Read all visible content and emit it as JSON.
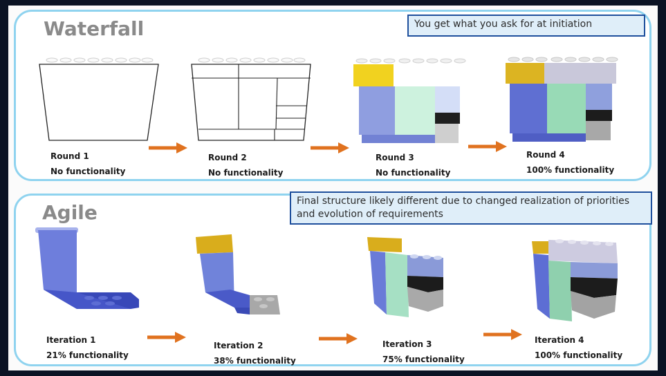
{
  "waterfall": {
    "title": "Waterfall",
    "note": "You get what you ask for at initiation",
    "rounds": [
      {
        "label": "Round  1",
        "status": "No functionality"
      },
      {
        "label": "Round  2",
        "status": "No functionality"
      },
      {
        "label": "Round  3",
        "status": "No functionality"
      },
      {
        "label": "Round  4",
        "status": "100% functionality"
      }
    ]
  },
  "agile": {
    "title": "Agile",
    "note": "Final structure likely different due to changed realization of priorities and evolution of requirements",
    "iterations": [
      {
        "label": "Iteration  1",
        "status": "21% functionality"
      },
      {
        "label": "Iteration  2",
        "status": "38% functionality"
      },
      {
        "label": "Iteration  3",
        "status": "75% functionality"
      },
      {
        "label": "Iteration  4",
        "status": "100% functionality"
      }
    ]
  },
  "colors": {
    "panel_border": "#8fd3ef",
    "note_border": "#1e4f9c",
    "arrow": "#e0721f",
    "brick_blue": "#7f8fdc",
    "brick_dark_blue": "#5a6bd0",
    "brick_yellow": "#e0b81c",
    "brick_green": "#b8ecd2",
    "brick_light_blue": "#b4c2ee",
    "brick_grey": "#bdbdbd",
    "brick_black": "#1e1e1e"
  }
}
